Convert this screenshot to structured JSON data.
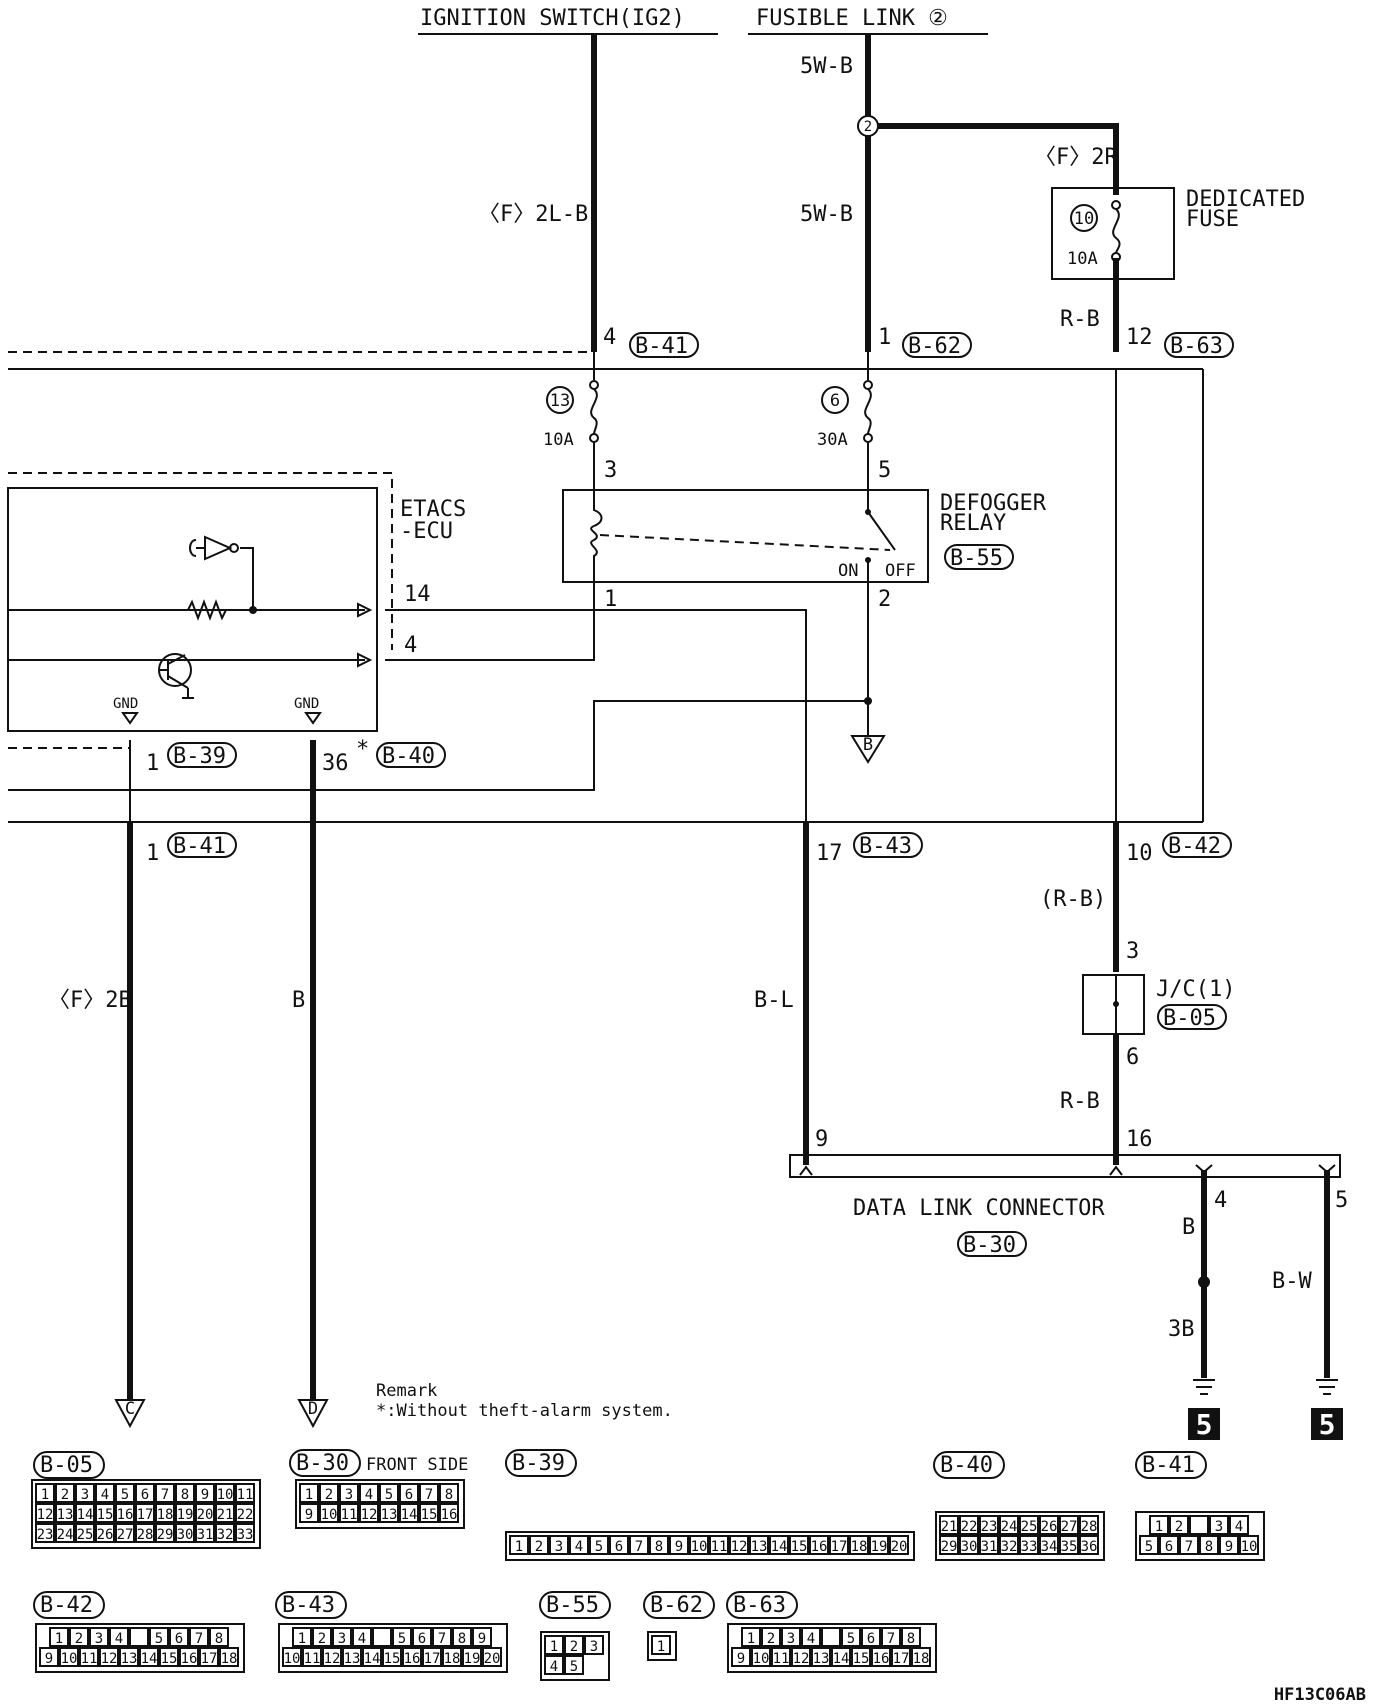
{
  "sources": {
    "ignition": "IGNITION SWITCH(IG2)",
    "fusible_link": "FUSIBLE LINK ②"
  },
  "wires": {
    "w_2lb": "〈F〉2L-B",
    "w_5wb_top": "5W-B",
    "w_5wb": "5W-B",
    "w_2r": "〈F〉2R",
    "w_rb_top": "R-B",
    "w_rb_paren": "(R-B)",
    "w_rb_bottom": "R-B",
    "w_2b": "〈F〉2B",
    "w_b": "B",
    "w_bl": "B-L",
    "w_b_gnd": "B",
    "w_bw": "B-W",
    "w_3b": "3B"
  },
  "components": {
    "dedicated_fuse": [
      "DEDICATED",
      "FUSE"
    ],
    "fuse10_num": "10",
    "fuse10_amp": "10A",
    "fuse13_num": "13",
    "fuse13_amp": "10A",
    "fuse6_num": "6",
    "fuse6_amp": "30A",
    "splice_num": "2",
    "defogger_relay": [
      "DEFOGGER",
      "RELAY"
    ],
    "relay_on": "ON",
    "relay_off": "OFF",
    "etacs": [
      "ETACS",
      "-ECU"
    ],
    "gnd": "GND",
    "jc": "J/C(1)",
    "dlc": "DATA LINK CONNECTOR",
    "ground_mark": "5"
  },
  "pins": {
    "p4_b41": "4",
    "p1_b62": "1",
    "p12_b63": "12",
    "p3": "3",
    "p5": "5",
    "p1": "1",
    "p2": "2",
    "p14": "14",
    "p4": "4",
    "p1_b39": "1",
    "p36_b40": "36",
    "asterisk": "*",
    "p1_b41": "1",
    "p17_b43": "17",
    "p10_b42": "10",
    "jc_3": "3",
    "jc_6": "6",
    "dlc_9": "9",
    "dlc_16": "16",
    "dlc_4": "4",
    "dlc_5": "5"
  },
  "connectors": {
    "b41": "B-41",
    "b62": "B-62",
    "b63": "B-63",
    "b55": "B-55",
    "b39": "B-39",
    "b40": "B-40",
    "b43": "B-43",
    "b42": "B-42",
    "b05": "B-05",
    "b30": "B-30"
  },
  "offpage": {
    "b": "B",
    "c": "C",
    "d": "D"
  },
  "remark": {
    "title": "Remark",
    "text": "*:Without theft-alarm system."
  },
  "connector_views": {
    "b05": {
      "label": "B-05",
      "rows": [
        [
          "1",
          "2",
          "3",
          "4",
          "5",
          "6",
          "7",
          "8",
          "9",
          "10",
          "11"
        ],
        [
          "12",
          "13",
          "14",
          "15",
          "16",
          "17",
          "18",
          "19",
          "20",
          "21",
          "22"
        ],
        [
          "23",
          "24",
          "25",
          "26",
          "27",
          "28",
          "29",
          "30",
          "31",
          "32",
          "33"
        ]
      ]
    },
    "b30": {
      "label": "B-30",
      "caption": "FRONT SIDE",
      "rows": [
        [
          "1",
          "2",
          "3",
          "4",
          "5",
          "6",
          "7",
          "8"
        ],
        [
          "9",
          "10",
          "11",
          "12",
          "13",
          "14",
          "15",
          "16"
        ]
      ]
    },
    "b39": {
      "label": "B-39",
      "rows": [
        [
          "1",
          "2",
          "3",
          "4",
          "5",
          "6",
          "7",
          "8",
          "9",
          "10",
          "11",
          "12",
          "13",
          "14",
          "15",
          "16",
          "17",
          "18",
          "19",
          "20"
        ]
      ]
    },
    "b40": {
      "label": "B-40",
      "rows": [
        [
          "21",
          "22",
          "23",
          "24",
          "25",
          "26",
          "27",
          "28"
        ],
        [
          "29",
          "30",
          "31",
          "32",
          "33",
          "34",
          "35",
          "36"
        ]
      ]
    },
    "b41": {
      "label": "B-41",
      "rows": [
        [
          "1",
          "2",
          "",
          "3",
          "4"
        ],
        [
          "5",
          "6",
          "7",
          "8",
          "9",
          "10"
        ]
      ]
    },
    "b42": {
      "label": "B-42",
      "rows": [
        [
          "1",
          "2",
          "3",
          "4",
          "",
          "5",
          "6",
          "7",
          "8"
        ],
        [
          "9",
          "10",
          "11",
          "12",
          "13",
          "14",
          "15",
          "16",
          "17",
          "18"
        ]
      ]
    },
    "b43": {
      "label": "B-43",
      "rows": [
        [
          "1",
          "2",
          "3",
          "4",
          "",
          "5",
          "6",
          "7",
          "8",
          "9"
        ],
        [
          "10",
          "11",
          "12",
          "13",
          "14",
          "15",
          "16",
          "17",
          "18",
          "19",
          "20"
        ]
      ]
    },
    "b55": {
      "label": "B-55",
      "pins": [
        "1",
        "2",
        "3",
        "4",
        "5"
      ]
    },
    "b62": {
      "label": "B-62",
      "pins": [
        "1"
      ]
    },
    "b63": {
      "label": "B-63",
      "rows": [
        [
          "1",
          "2",
          "3",
          "4",
          "",
          "5",
          "6",
          "7",
          "8"
        ],
        [
          "9",
          "10",
          "11",
          "12",
          "13",
          "14",
          "15",
          "16",
          "17",
          "18"
        ]
      ]
    }
  },
  "code": "HF13C06AB"
}
